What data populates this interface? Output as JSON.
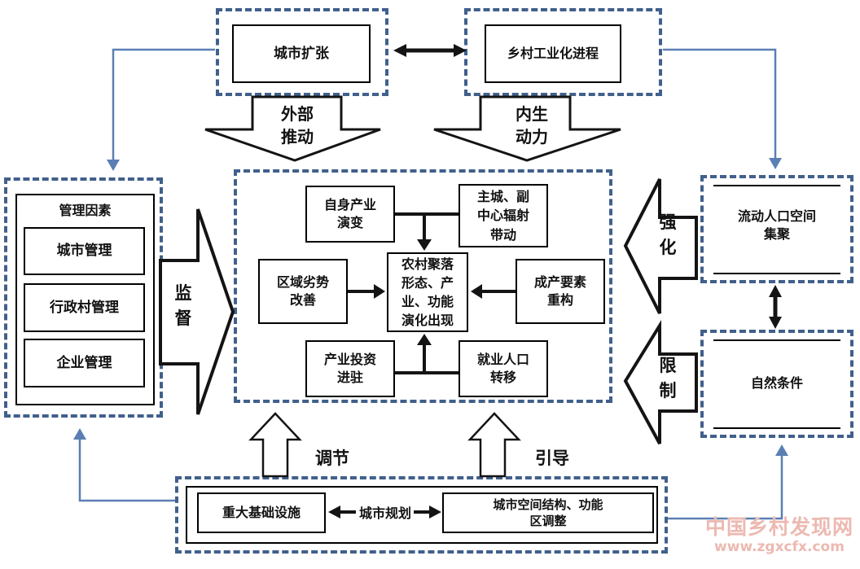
{
  "colors": {
    "dash_border": "#41608c",
    "blue_connector": "#5b7fb4",
    "arrow_black": "#141414",
    "watermark_pink": "#ecb9b1"
  },
  "top_row": {
    "city_expansion": "城市扩张",
    "rural_industrialization": "乡村工业化进程"
  },
  "flow_labels": {
    "external_push": "外部\n推动",
    "endogenous_power": "内生\n动力",
    "supervise": "监\n督",
    "strengthen": "强\n化",
    "restrict": "限\n制",
    "regulate": "调节",
    "guide": "引导"
  },
  "management": {
    "title": "管理因素",
    "items": [
      "城市管理",
      "行政村管理",
      "企业管理"
    ]
  },
  "center": {
    "own_industry": "自身产业\n演变",
    "main_city_radiation": "主城、副\n中心辐射\n带动",
    "regional_disadvantage": "区域劣势\n改善",
    "core": "农村聚落\n形态、产\n业、功能\n演化出现",
    "production_factor": "成产要素\n重构",
    "industry_investment": "产业投资\n进驻",
    "employment_transfer": "就业人口\n转移"
  },
  "right_column": {
    "floating_population": "流动人口空间\n集聚",
    "natural_conditions": "自然条件"
  },
  "bottom_row": {
    "infrastructure": "重大基础设施",
    "urban_planning": "城市规划",
    "spatial_adjustment": "城市空间结构、功能\n区调整"
  },
  "watermark": {
    "name": "中国乡村发现网",
    "url": "www.zgxcfx.com"
  }
}
